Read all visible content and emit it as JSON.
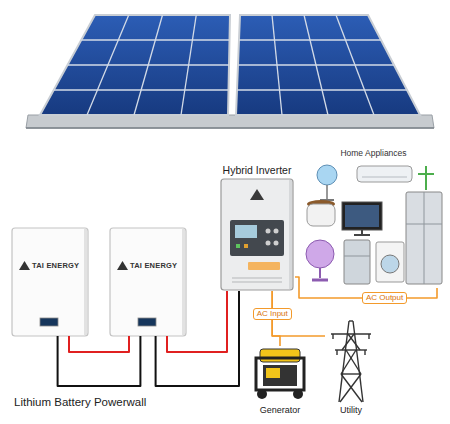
{
  "diagram": {
    "nodes": [
      {
        "text": [
          "TAI ENERGY"
        ]
      },
      {
        "text": [
          "TAI ENERGY"
        ]
      },
      {
        "text": [
          "Hybrid Inverter"
        ]
      },
      {
        "text": [
          "Home Appliances"
        ]
      },
      {
        "text": [
          "Generator"
        ]
      },
      {
        "text": [
          "Utility"
        ]
      }
    ],
    "edges": [
      {
        "from": 0,
        "to": 1,
        "arrow": "none"
      },
      {
        "from": 1,
        "to": 2,
        "arrow": "none"
      },
      {
        "from": 2,
        "to": 3,
        "label": "AC Output",
        "arrow": "none"
      },
      {
        "from": 4,
        "to": 2,
        "label": "AC Input",
        "arrow": "none"
      },
      {
        "from": 5,
        "to": 2,
        "arrow": "none"
      }
    ],
    "labels": [
      "Lithium Battery Powerwall"
    ]
  }
}
